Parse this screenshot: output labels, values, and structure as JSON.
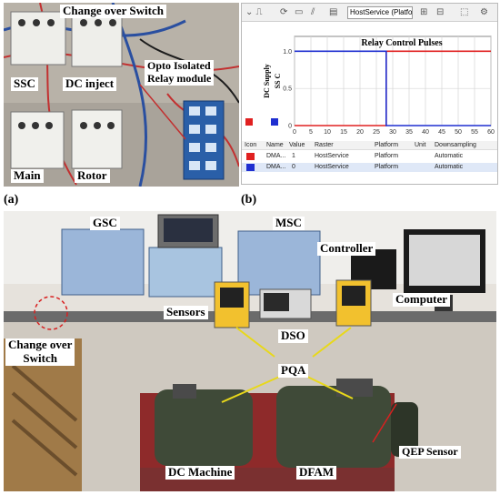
{
  "panel_a": {
    "caption": "(a)",
    "labels": {
      "changeover": "Change over Switch",
      "ssc": "SSC",
      "dc_inject": "DC inject",
      "opto": "Opto Isolated\nRelay module",
      "main": "Main",
      "rotor": "Rotor"
    }
  },
  "panel_b_screen": {
    "caption": "(b)",
    "toolbar": {
      "platform_combo": "HostService (Platfor"
    },
    "plot": {
      "title": "Relay Control Pulses",
      "y_axis_labels": [
        "DC Supply",
        "SS C"
      ],
      "y_ticks": [
        "1.0",
        "0.5",
        "0"
      ],
      "x_ticks": [
        "0",
        "5",
        "10",
        "15",
        "20",
        "25",
        "30",
        "35",
        "40",
        "45",
        "50",
        "55",
        "60"
      ]
    },
    "table": {
      "headers": [
        "Icon",
        "Name",
        "Value",
        "Raster",
        "Platform",
        "Unit",
        "Downsampling"
      ],
      "rows": [
        {
          "color": "#e02020",
          "name": "DMA...",
          "value": "1",
          "raster": "HostService",
          "platform": "Platform",
          "unit": "",
          "downsampling": "Automatic"
        },
        {
          "color": "#1f2fd0",
          "name": "DMA...",
          "value": "0",
          "raster": "HostService",
          "platform": "Platform",
          "unit": "",
          "downsampling": "Automatic"
        }
      ]
    }
  },
  "chart_data": {
    "type": "line",
    "title": "Relay Control Pulses",
    "xlim": [
      0,
      60
    ],
    "ylim": [
      0,
      1.2
    ],
    "series": [
      {
        "color": "#e02020",
        "x": [
          0,
          28,
          28,
          60
        ],
        "values": [
          0,
          0,
          1,
          1
        ]
      },
      {
        "color": "#1f2fd0",
        "x": [
          0,
          28,
          28,
          60
        ],
        "values": [
          1,
          1,
          0,
          0
        ]
      }
    ]
  },
  "panel_b_photo": {
    "labels": {
      "gsc": "GSC",
      "msc": "MSC",
      "controller": "Controller",
      "sensors": "Sensors",
      "computer": "Computer",
      "changeover": "Change over\nSwitch",
      "dso": "DSO",
      "pqa": "PQA",
      "qep": "QEP Sensor",
      "dc_machine": "DC Machine",
      "dfam": "DFAM"
    }
  }
}
